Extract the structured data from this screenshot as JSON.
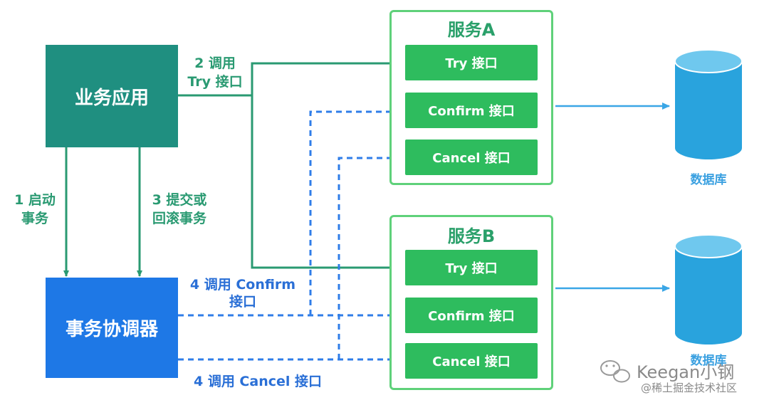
{
  "nodes": {
    "business_app": "业务应用",
    "coordinator": "事务协调器"
  },
  "services": [
    {
      "title": "服务A",
      "interfaces": [
        "Try 接口",
        "Confirm 接口",
        "Cancel 接口"
      ]
    },
    {
      "title": "服务B",
      "interfaces": [
        "Try 接口",
        "Confirm 接口",
        "Cancel 接口"
      ]
    }
  ],
  "edge_labels": {
    "start_tx": [
      "1 启动",
      "事务"
    ],
    "call_try": [
      "2 调用",
      "Try 接口"
    ],
    "commit_rollback": [
      "3 提交或",
      "回滚事务"
    ],
    "call_confirm": [
      "4 调用 Confirm",
      "接口"
    ],
    "call_cancel": "4 调用 Cancel 接口"
  },
  "databases": [
    "数据库",
    "数据库"
  ],
  "watermark": {
    "name": "Keegan小钢",
    "sub": "@稀土掘金技术社区"
  },
  "colors": {
    "green_line": "#2a9a72",
    "blue_dash": "#2f7de8",
    "db_fill": "#29a3dd",
    "db_top": "#6fc8ee"
  }
}
